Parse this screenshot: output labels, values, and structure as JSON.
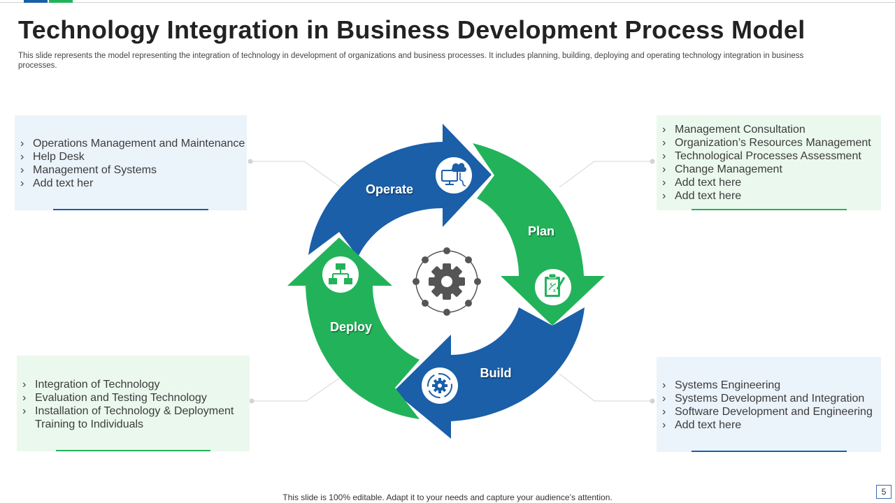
{
  "title": "Technology Integration in Business Development Process Model",
  "subtitle": "This slide represents the model representing the integration of technology in development of organizations and business processes. It includes planning, building, deploying and operating technology integration in business processes.",
  "colors": {
    "blue": "#1a5fa8",
    "green": "#22b35a",
    "light_blue": "#ebf3fb",
    "light_green": "#ebf8ee",
    "gear": "#555555"
  },
  "cycle": {
    "center_icon": "gear-network-icon",
    "stages": [
      {
        "label": "Operate",
        "color": "blue",
        "icon": "computer-cloud-icon"
      },
      {
        "label": "Plan",
        "color": "green",
        "icon": "strategy-clipboard-icon"
      },
      {
        "label": "Build",
        "color": "blue",
        "icon": "gear-cycle-icon"
      },
      {
        "label": "Deploy",
        "color": "green",
        "icon": "hierarchy-icon"
      }
    ]
  },
  "boxes": {
    "operate": [
      "Operations Management and Maintenance",
      "Help Desk",
      "Management of Systems",
      "Add text her"
    ],
    "plan": [
      "Management Consultation",
      "Organization’s Resources Management",
      "Technological Processes Assessment",
      "Change Management",
      "Add text here",
      "Add text here"
    ],
    "deploy": [
      "Integration  of Technology",
      "Evaluation and Testing Technology",
      "Installation  of Technology  & Deployment Training to Individuals"
    ],
    "build": [
      "Systems Engineering",
      "Systems Development and Integration",
      "Software Development and Engineering",
      "Add text here"
    ]
  },
  "footer": "This slide is 100% editable. Adapt it to your needs and capture your audience’s attention.",
  "page_number": "5"
}
